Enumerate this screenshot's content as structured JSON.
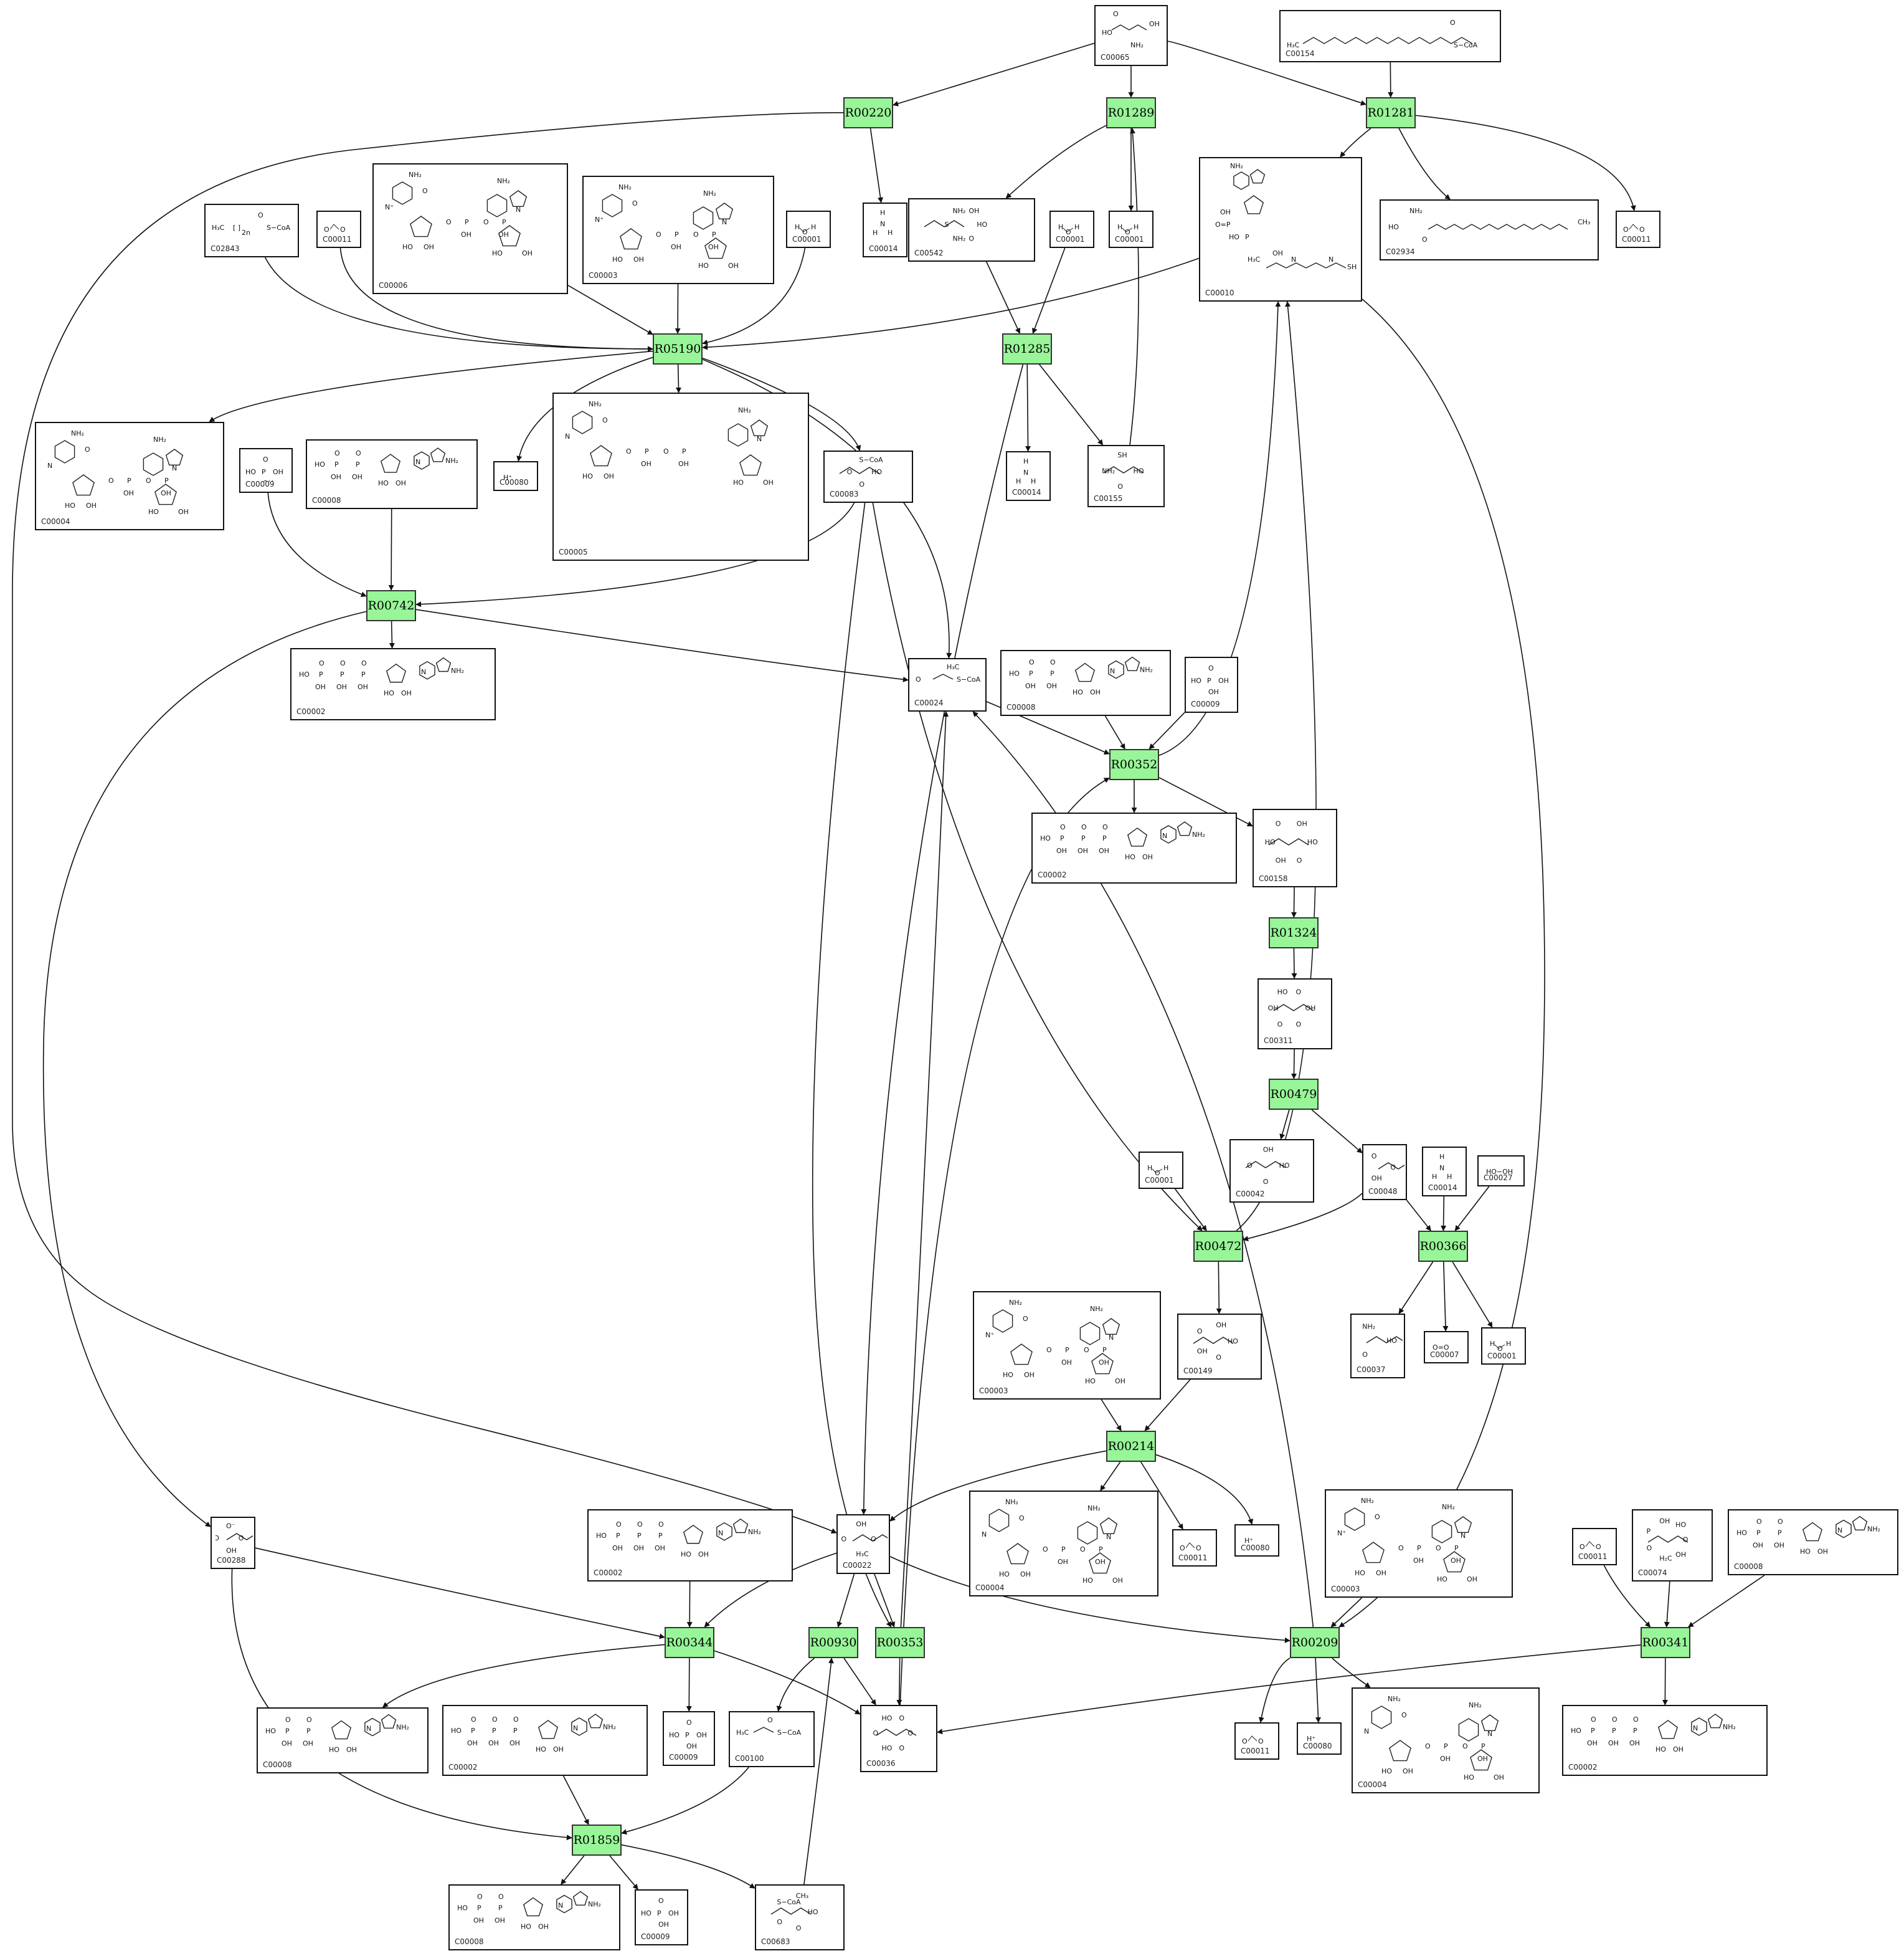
{
  "diagram": {
    "reactions": [
      "R00220",
      "R01289",
      "R01281",
      "R05190",
      "R01285",
      "R00742",
      "R00352",
      "R01324",
      "R00479",
      "R00472",
      "R00366",
      "R00214",
      "R00344",
      "R00930",
      "R00353",
      "R00209",
      "R00341",
      "R01859"
    ],
    "compounds": [
      {
        "id": "C00065",
        "label": "C00065",
        "kind": "serine",
        "texts": [
          "HO",
          "O",
          "OH",
          "NH₂"
        ]
      },
      {
        "id": "C00154",
        "label": "C00154",
        "kind": "acylcoa_long",
        "texts": [
          "H₃C",
          "O",
          "S−CoA"
        ]
      },
      {
        "id": "C02843",
        "label": "C02843",
        "kind": "acylcoa_n",
        "texts": [
          "H₃C",
          "2n",
          "O",
          "S−CoA"
        ]
      },
      {
        "id": "C00011a",
        "label": "C00011",
        "kind": "co2",
        "texts": [
          "O",
          "O"
        ]
      },
      {
        "id": "C00006",
        "label": "C00006",
        "kind": "nucleotide_large",
        "texts": [
          "NH₂",
          "O",
          "N⁺",
          "O",
          "P",
          "P",
          "HO",
          "OH",
          "N",
          "NH₂",
          "O",
          "OH"
        ]
      },
      {
        "id": "C00003a",
        "label": "C00003",
        "kind": "nucleotide_large",
        "texts": [
          "NH₂",
          "O",
          "N⁺",
          "O",
          "P",
          "P",
          "HO",
          "OH",
          "N",
          "NH₂",
          "OH",
          "OH"
        ]
      },
      {
        "id": "C00001a",
        "label": "C00001",
        "kind": "water",
        "texts": [
          "H",
          "O",
          "H"
        ]
      },
      {
        "id": "C00014a",
        "label": "C00014",
        "kind": "ammonia",
        "texts": [
          "H",
          "N",
          "H",
          "H"
        ]
      },
      {
        "id": "C00542",
        "label": "C00542",
        "kind": "small_acid",
        "texts": [
          "HO",
          "O",
          "NH₂",
          "S",
          "NH₂",
          "OH"
        ]
      },
      {
        "id": "C00001b",
        "label": "C00001",
        "kind": "water",
        "texts": [
          "H",
          "O",
          "H"
        ]
      },
      {
        "id": "C00001c",
        "label": "C00001",
        "kind": "water",
        "texts": [
          "H",
          "O",
          "H"
        ]
      },
      {
        "id": "C00010",
        "label": "C00010",
        "kind": "coa",
        "texts": [
          "NH₂",
          "N",
          "OH",
          "O=P",
          "HO",
          "P",
          "OH",
          "H₃C",
          "OH",
          "N",
          "SH",
          "O"
        ]
      },
      {
        "id": "C02934",
        "label": "C02934",
        "kind": "long_chain",
        "texts": [
          "NH₂",
          "HO",
          "O",
          "CH₃"
        ]
      },
      {
        "id": "C00011b",
        "label": "C00011",
        "kind": "co2",
        "texts": [
          "O",
          "O"
        ]
      },
      {
        "id": "C00004a",
        "label": "C00004",
        "kind": "nucleotide_large",
        "texts": [
          "NH₂",
          "O",
          "N",
          "O",
          "P",
          "P",
          "HO",
          "OH",
          "N",
          "NH₂",
          "OH",
          "OH"
        ]
      },
      {
        "id": "C00009a",
        "label": "C00009",
        "kind": "phosphate",
        "texts": [
          "HO",
          "P",
          "OH",
          "OH",
          "O"
        ]
      },
      {
        "id": "C00008a",
        "label": "C00008",
        "kind": "nucleotide_small",
        "texts": [
          "HO",
          "P",
          "O",
          "P",
          "N",
          "NH₂",
          "HO",
          "OH"
        ]
      },
      {
        "id": "C00080a",
        "label": "C00080",
        "kind": "proton",
        "texts": [
          "H⁺"
        ]
      },
      {
        "id": "C00005",
        "label": "C00005",
        "kind": "nucleotide_large",
        "texts": [
          "NH₂",
          "O",
          "N",
          "O",
          "P",
          "P",
          "HO",
          "OH",
          "N",
          "NH₂",
          "O",
          "P",
          "OH",
          "OH"
        ]
      },
      {
        "id": "C00083",
        "label": "C00083",
        "kind": "small_acid",
        "texts": [
          "HO",
          "O",
          "O",
          "S−CoA"
        ]
      },
      {
        "id": "C00014b",
        "label": "C00014",
        "kind": "ammonia",
        "texts": [
          "H",
          "N",
          "H",
          "H"
        ]
      },
      {
        "id": "C00155",
        "label": "C00155",
        "kind": "small_acid",
        "texts": [
          "HO",
          "O",
          "NH₂",
          "SH"
        ]
      },
      {
        "id": "C00002a",
        "label": "C00002",
        "kind": "nucleotide_small",
        "texts": [
          "HO",
          "P",
          "P",
          "P",
          "N",
          "NH₂",
          "HO",
          "OH"
        ]
      },
      {
        "id": "C00024",
        "label": "C00024",
        "kind": "acetylcoa",
        "texts": [
          "O",
          "H₃C",
          "S−CoA"
        ]
      },
      {
        "id": "C00008b",
        "label": "C00008",
        "kind": "nucleotide_small",
        "texts": [
          "HO",
          "P",
          "P",
          "N",
          "NH₂",
          "HO",
          "OH"
        ]
      },
      {
        "id": "C00009b",
        "label": "C00009",
        "kind": "phosphate",
        "texts": [
          "HO",
          "P",
          "OH",
          "OH",
          "O"
        ]
      },
      {
        "id": "C00002b",
        "label": "C00002",
        "kind": "nucleotide_small",
        "texts": [
          "HO",
          "P",
          "P",
          "P",
          "N",
          "NH₂",
          "HO",
          "OH"
        ]
      },
      {
        "id": "C00158",
        "label": "C00158",
        "kind": "small_acid",
        "texts": [
          "HO",
          "O",
          "OH",
          "HO",
          "O",
          "OH"
        ]
      },
      {
        "id": "C00311",
        "label": "C00311",
        "kind": "small_acid",
        "texts": [
          "OH",
          "O",
          "O",
          "OH",
          "HO",
          "O"
        ]
      },
      {
        "id": "C00042",
        "label": "C00042",
        "kind": "small_acid",
        "texts": [
          "HO",
          "O",
          "O",
          "OH"
        ]
      },
      {
        "id": "C00048",
        "label": "C00048",
        "kind": "small_acid",
        "texts": [
          "O",
          "OH",
          "O"
        ]
      },
      {
        "id": "C00014c",
        "label": "C00014",
        "kind": "ammonia",
        "texts": [
          "H",
          "N",
          "H",
          "H"
        ]
      },
      {
        "id": "C00027",
        "label": "C00027",
        "kind": "peroxide",
        "texts": [
          "HO−OH"
        ]
      },
      {
        "id": "C00001d",
        "label": "C00001",
        "kind": "water",
        "texts": [
          "H",
          "O",
          "H"
        ]
      },
      {
        "id": "C00003b",
        "label": "C00003",
        "kind": "nucleotide_large",
        "texts": [
          "NH₂",
          "O",
          "N⁺",
          "O",
          "P",
          "P",
          "HO",
          "OH",
          "N",
          "NH₂",
          "OH",
          "OH"
        ]
      },
      {
        "id": "C00149",
        "label": "C00149",
        "kind": "small_acid",
        "texts": [
          "HO",
          "O",
          "OH",
          "O",
          "OH"
        ]
      },
      {
        "id": "C00037",
        "label": "C00037",
        "kind": "small_acid",
        "texts": [
          "HO",
          "O",
          "NH₂"
        ]
      },
      {
        "id": "C00007",
        "label": "C00007",
        "kind": "oxygen",
        "texts": [
          "O=O"
        ]
      },
      {
        "id": "C00001e",
        "label": "C00001",
        "kind": "water",
        "texts": [
          "H",
          "O",
          "H"
        ]
      },
      {
        "id": "C00004b",
        "label": "C00004",
        "kind": "nucleotide_large",
        "texts": [
          "NH₂",
          "O",
          "N",
          "O",
          "P",
          "P",
          "HO",
          "OH",
          "N",
          "NH₂",
          "OH",
          "OH"
        ]
      },
      {
        "id": "C00011c",
        "label": "C00011",
        "kind": "co2",
        "texts": [
          "O",
          "O"
        ]
      },
      {
        "id": "C00080b",
        "label": "C00080",
        "kind": "proton",
        "texts": [
          "H⁺"
        ]
      },
      {
        "id": "C00288",
        "label": "C00288",
        "kind": "small_acid",
        "texts": [
          "O",
          "OH",
          "O",
          "O⁻"
        ]
      },
      {
        "id": "C00002c",
        "label": "C00002",
        "kind": "nucleotide_small",
        "texts": [
          "HO",
          "P",
          "P",
          "P",
          "N",
          "NH₂",
          "HO",
          "OH"
        ]
      },
      {
        "id": "C00022",
        "label": "C00022",
        "kind": "small_acid",
        "texts": [
          "O",
          "H₃C",
          "O",
          "OH"
        ]
      },
      {
        "id": "C00003c",
        "label": "C00003",
        "kind": "nucleotide_large",
        "texts": [
          "NH₂",
          "O",
          "N⁺",
          "O",
          "P",
          "P",
          "HO",
          "OH",
          "N",
          "NH₂",
          "OH",
          "OH"
        ]
      },
      {
        "id": "C00011d",
        "label": "C00011",
        "kind": "co2",
        "texts": [
          "O",
          "O"
        ]
      },
      {
        "id": "C00074",
        "label": "C00074",
        "kind": "small_acid",
        "texts": [
          "O",
          "OH",
          "H₂C",
          "O",
          "P",
          "OH",
          "HO"
        ]
      },
      {
        "id": "C00008c",
        "label": "C00008",
        "kind": "nucleotide_small",
        "texts": [
          "HO",
          "P",
          "P",
          "N",
          "NH₂",
          "HO",
          "OH"
        ]
      },
      {
        "id": "C00008d",
        "label": "C00008",
        "kind": "nucleotide_small",
        "texts": [
          "HO",
          "P",
          "P",
          "N",
          "NH₂",
          "HO",
          "OH"
        ]
      },
      {
        "id": "C00002d",
        "label": "C00002",
        "kind": "nucleotide_small",
        "texts": [
          "HO",
          "P",
          "P",
          "P",
          "N",
          "NH₂",
          "HO",
          "OH"
        ]
      },
      {
        "id": "C00009c",
        "label": "C00009",
        "kind": "phosphate",
        "texts": [
          "HO",
          "P",
          "OH",
          "OH",
          "O"
        ]
      },
      {
        "id": "C00100",
        "label": "C00100",
        "kind": "acylcoa_short",
        "texts": [
          "H₃C",
          "O",
          "S−CoA"
        ]
      },
      {
        "id": "C00036",
        "label": "C00036",
        "kind": "small_acid",
        "texts": [
          "O",
          "O",
          "HO",
          "O",
          "HO",
          "O"
        ]
      },
      {
        "id": "C00011e",
        "label": "C00011",
        "kind": "co2",
        "texts": [
          "O",
          "O"
        ]
      },
      {
        "id": "C00080c",
        "label": "C00080",
        "kind": "proton",
        "texts": [
          "H⁺"
        ]
      },
      {
        "id": "C00004c",
        "label": "C00004",
        "kind": "nucleotide_large",
        "texts": [
          "NH₂",
          "O",
          "N",
          "O",
          "P",
          "P",
          "HO",
          "OH",
          "N",
          "H₂N",
          "OH",
          "OH"
        ]
      },
      {
        "id": "C00002e",
        "label": "C00002",
        "kind": "nucleotide_small",
        "texts": [
          "HO",
          "P",
          "P",
          "P",
          "N",
          "NH₂",
          "HO",
          "OH"
        ]
      },
      {
        "id": "C00008e",
        "label": "C00008",
        "kind": "nucleotide_small",
        "texts": [
          "HO",
          "P",
          "P",
          "N",
          "NH₂",
          "HO",
          "OH"
        ]
      },
      {
        "id": "C00009d",
        "label": "C00009",
        "kind": "phosphate",
        "texts": [
          "HO",
          "P",
          "OH",
          "OH",
          "O"
        ]
      },
      {
        "id": "C00683",
        "label": "C00683",
        "kind": "small_acid",
        "texts": [
          "HO",
          "O",
          "O",
          "S−CoA",
          "CH₃"
        ]
      }
    ],
    "colors": {
      "reaction_fill": "#98f598",
      "reaction_border": "#333333",
      "compound_border": "#111111",
      "edge": "#111111"
    }
  }
}
